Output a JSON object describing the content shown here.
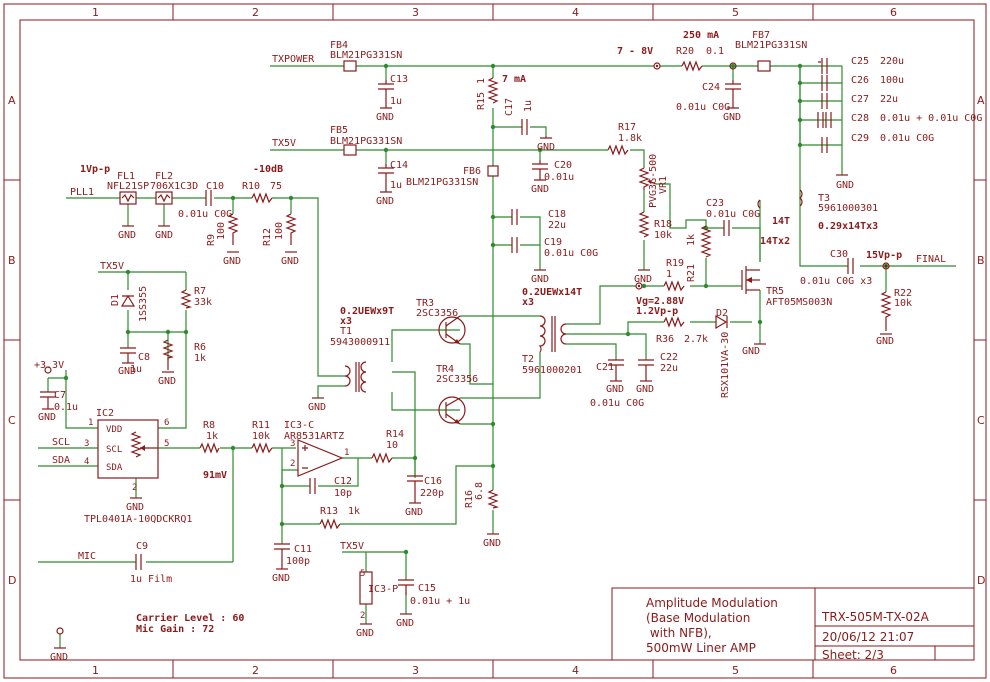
{
  "grid": {
    "columns": [
      "1",
      "2",
      "3",
      "4",
      "5",
      "6"
    ],
    "rows": [
      "A",
      "B",
      "C",
      "D"
    ]
  },
  "title_block": {
    "description_line1": "Amplitude Modulation",
    "description_line2": "(Base Modulation",
    "description_line3": " with NFB),",
    "description_line4": "500mW Liner AMP",
    "drawing_number": "TRX-505M-TX-02A",
    "date": "20/06/12 21:07",
    "sheet": "Sheet: 2/3"
  },
  "notes": {
    "carrier_level": "Carrier Level : 60",
    "mic_gain": "Mic Gain : 72"
  },
  "annotations": {
    "in_level": "1Vp-p",
    "atten": "-10dB",
    "current_250": "250 mA",
    "voltage_7_8": "7 - 8V",
    "current_7": "7 mA",
    "mic_level": "91mV",
    "out_level": "15Vp-p",
    "t1_wire": "0.2UEWx9T",
    "t1_x3": "x3",
    "t2_wire": "0.2UEWx14T",
    "t2_x3": "x3",
    "vg": "Vg=2.88V",
    "vg_pp": "1.2Vp-p",
    "t3_14t": "14T",
    "t3_14tx2": "14Tx2",
    "t3_wire": "0.29x14Tx3"
  },
  "nets": {
    "txpower": "TXPOWER",
    "tx5v_1": "TX5V",
    "tx5v_2": "TX5V",
    "tx5v_3": "TX5V",
    "pll1": "PLL1",
    "final": "FINAL",
    "scl": "SCL",
    "sda": "SDA",
    "mic": "MIC",
    "v33": "+3.3V"
  },
  "gnd": "GND",
  "components": {
    "fb4": {
      "ref": "FB4",
      "value": "BLM21PG331SN"
    },
    "fb5": {
      "ref": "FB5",
      "value": "BLM21PG331SN"
    },
    "fb6": {
      "ref": "FB6",
      "value": "BLM21PG331SN"
    },
    "fb7": {
      "ref": "FB7",
      "value": "BLM21PG331SN"
    },
    "c13": {
      "ref": "C13",
      "value": "1u"
    },
    "c14": {
      "ref": "C14",
      "value": "1u"
    },
    "r15": {
      "ref": "R15",
      "value": "1"
    },
    "c17": {
      "ref": "C17",
      "value": "1u"
    },
    "r20": {
      "ref": "R20",
      "value": "0.1"
    },
    "c24": {
      "ref": "C24",
      "value": "0.01u C0G"
    },
    "c25": {
      "ref": "C25",
      "value": "220u"
    },
    "c26": {
      "ref": "C26",
      "value": "100u"
    },
    "c27": {
      "ref": "C27",
      "value": "22u"
    },
    "c28": {
      "ref": "C28",
      "value": "0.01u + 0.01u C0G"
    },
    "c29": {
      "ref": "C29",
      "value": "0.01u C0G"
    },
    "r17": {
      "ref": "R17",
      "value": "1.8k"
    },
    "c20": {
      "ref": "C20",
      "value": "0.01u"
    },
    "vr1": {
      "ref": "VR1",
      "value": "PVG3G-500"
    },
    "fl1": {
      "ref": "FL1",
      "value": "NFL21SP"
    },
    "fl2": {
      "ref": "FL2",
      "value": "706X1C3D"
    },
    "c10": {
      "ref": "C10",
      "value": "0.01u C0G"
    },
    "r10": {
      "ref": "R10",
      "value": "75"
    },
    "r9": {
      "ref": "R9",
      "value": "100"
    },
    "r12": {
      "ref": "R12",
      "value": "100"
    },
    "c18": {
      "ref": "C18",
      "value": "22u"
    },
    "c19": {
      "ref": "C19",
      "value": "0.01u C0G"
    },
    "r18": {
      "ref": "R18",
      "value": "10k"
    },
    "c23": {
      "ref": "C23",
      "value": "0.01u C0G"
    },
    "t3": {
      "ref": "T3",
      "value": "5961000301"
    },
    "r21": {
      "ref": "R21",
      "value": "1k"
    },
    "r19": {
      "ref": "R19",
      "value": "1"
    },
    "tr5": {
      "ref": "TR5",
      "value": "AFT05MS003N"
    },
    "c30": {
      "ref": "C30",
      "value": "0.01u C0G x3"
    },
    "r22": {
      "ref": "R22",
      "value": "10k"
    },
    "d1": {
      "ref": "D1",
      "value": "1SS355"
    },
    "r7": {
      "ref": "R7",
      "value": "33k"
    },
    "r6": {
      "ref": "R6",
      "value": "1k"
    },
    "c8": {
      "ref": "C8",
      "value": "1u"
    },
    "c7": {
      "ref": "C7",
      "value": "0.1u"
    },
    "tr3": {
      "ref": "TR3",
      "value": "2SC3356"
    },
    "tr4": {
      "ref": "TR4",
      "value": "2SC3356"
    },
    "t1": {
      "ref": "T1",
      "value": "5943000911"
    },
    "t2": {
      "ref": "T2",
      "value": "5961000201"
    },
    "d2": {
      "ref": "D2",
      "value": "RSX101VA-30"
    },
    "r36": {
      "ref": "R36",
      "value": "2.7k"
    },
    "c21": {
      "ref": "C21",
      "value": "0.01u C0G"
    },
    "c22": {
      "ref": "C22",
      "value": "22u"
    },
    "ic2": {
      "ref": "IC2",
      "value": "TPL0401A-10QDCKRQ1",
      "pin_vdd": "VDD",
      "pin_scl": "SCL",
      "pin_sda": "SDA",
      "p1": "1",
      "p2": "2",
      "p3": "3",
      "p4": "4",
      "p5": "5",
      "p6": "6"
    },
    "r8": {
      "ref": "R8",
      "value": "1k"
    },
    "r11": {
      "ref": "R11",
      "value": "10k"
    },
    "ic3c": {
      "ref": "IC3-C",
      "value": "AR8531ARTZ",
      "p1": "1",
      "p2": "2",
      "p3": "3"
    },
    "r14": {
      "ref": "R14",
      "value": "10"
    },
    "c12": {
      "ref": "C12",
      "value": "10p"
    },
    "c16": {
      "ref": "C16",
      "value": "220p"
    },
    "r13": {
      "ref": "R13",
      "value": "1k"
    },
    "r16": {
      "ref": "R16",
      "value": "6.8"
    },
    "c11": {
      "ref": "C11",
      "value": "100p"
    },
    "c9": {
      "ref": "C9",
      "value": "1u Film"
    },
    "ic3p": {
      "ref": "IC3-P",
      "p5": "5",
      "p2": "2"
    },
    "c15": {
      "ref": "C15",
      "value": "0.01u + 1u"
    }
  }
}
